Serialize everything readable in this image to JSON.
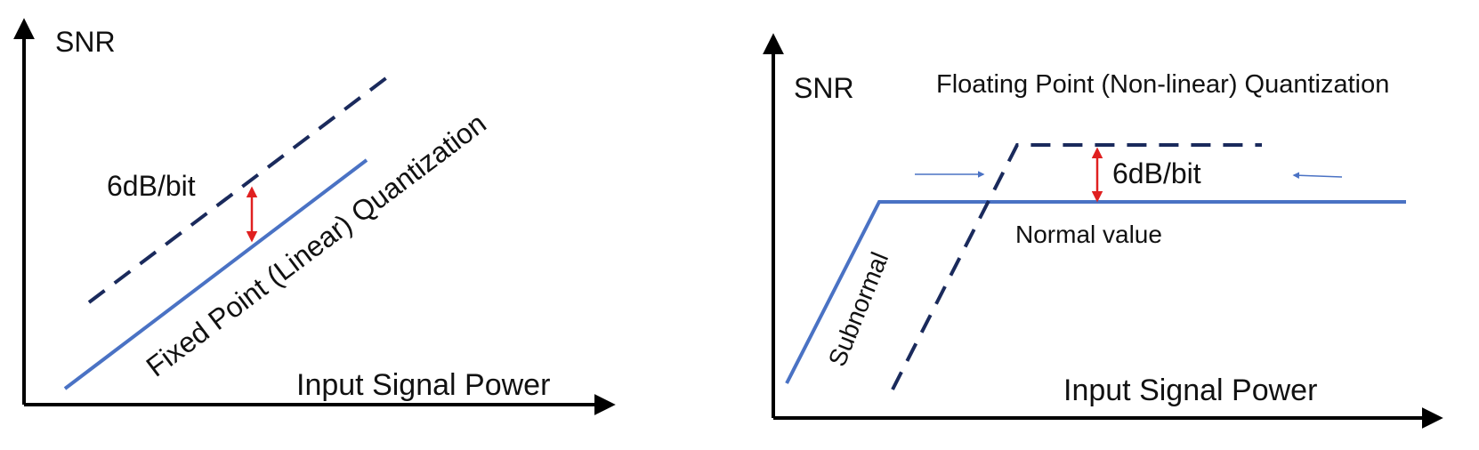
{
  "left_panel": {
    "y_axis_label": "SNR",
    "x_axis_label": "Input Signal Power",
    "line_label": "Fixed Point (Linear) Quantization",
    "gap_label": "6dB/bit"
  },
  "right_panel": {
    "y_axis_label": "SNR",
    "title": "Floating Point (Non-linear) Quantization",
    "x_axis_label": "Input Signal Power",
    "gap_label": "6dB/bit",
    "normal_label": "Normal value",
    "subnormal_label": "Subnormal"
  },
  "colors": {
    "axis": "#000000",
    "solid_line": "#4a72c4",
    "dashed_line": "#1a2a5c",
    "gap_arrow": "#e02020",
    "small_arrows": "#4a72c4"
  }
}
